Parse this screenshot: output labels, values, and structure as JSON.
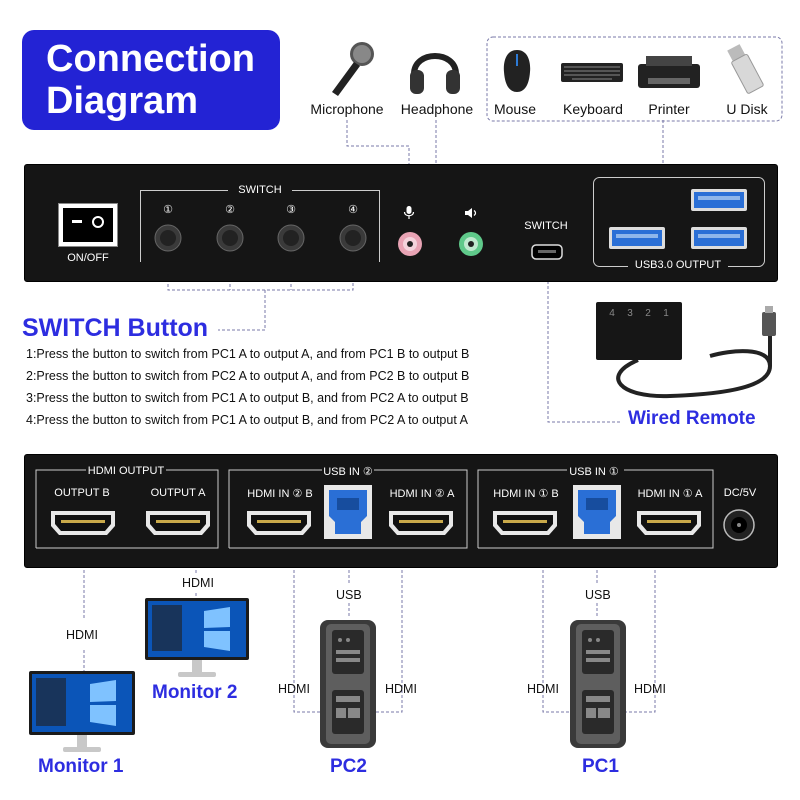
{
  "title": {
    "line1": "Connection",
    "line2": "Diagram"
  },
  "peripherals": [
    {
      "label": "Microphone",
      "icon": "microphone-icon"
    },
    {
      "label": "Headphone",
      "icon": "headphone-icon"
    },
    {
      "label": "Mouse",
      "icon": "mouse-icon"
    },
    {
      "label": "Keyboard",
      "icon": "keyboard-icon"
    },
    {
      "label": "Printer",
      "icon": "printer-icon"
    },
    {
      "label": "U Disk",
      "icon": "usb-disk-icon"
    }
  ],
  "front_panel": {
    "onoff_label": "ON/OFF",
    "switch_group_label": "SWITCH",
    "buttons": [
      "①",
      "②",
      "③",
      "④"
    ],
    "remote_port_label": "SWITCH",
    "usb_output_label": "USB3.0 OUTPUT"
  },
  "switch_section": {
    "heading": "SWITCH Button",
    "instructions": [
      "1:Press the button to switch from PC1 A to output A, and from PC1 B to output B",
      "2:Press the button to switch from PC2 A to output A, and from PC2 B to output B",
      "3:Press the button to switch from PC1 A to output B, and from PC2 A to output B",
      "4:Press the button to switch from PC1 A to output B, and from PC2 A to output A"
    ]
  },
  "remote": {
    "label": "Wired Remote",
    "keys": [
      "4",
      "3",
      "2",
      "1"
    ]
  },
  "back_panel": {
    "hdmi_output_label": "HDMI OUTPUT",
    "output_b": "OUTPUT B",
    "output_a": "OUTPUT A",
    "usb_in_2": "USB IN ②",
    "hdmi_in_2b": "HDMI IN ② B",
    "hdmi_in_2a": "HDMI IN ② A",
    "usb_in_1": "USB IN ①",
    "hdmi_in_1b": "HDMI IN ① B",
    "hdmi_in_1a": "HDMI IN ① A",
    "dc_label": "DC/5V"
  },
  "connections": {
    "hdmi": "HDMI",
    "usb": "USB"
  },
  "devices": {
    "monitor1": "Monitor 1",
    "monitor2": "Monitor 2",
    "pc2": "PC2",
    "pc1": "PC1"
  },
  "colors": {
    "accent": "#2323d4",
    "panel": "#151515",
    "usb_blue": "#2a6fd6",
    "mic_jack": "#e8a3b4",
    "audio_jack": "#5fc98a"
  }
}
